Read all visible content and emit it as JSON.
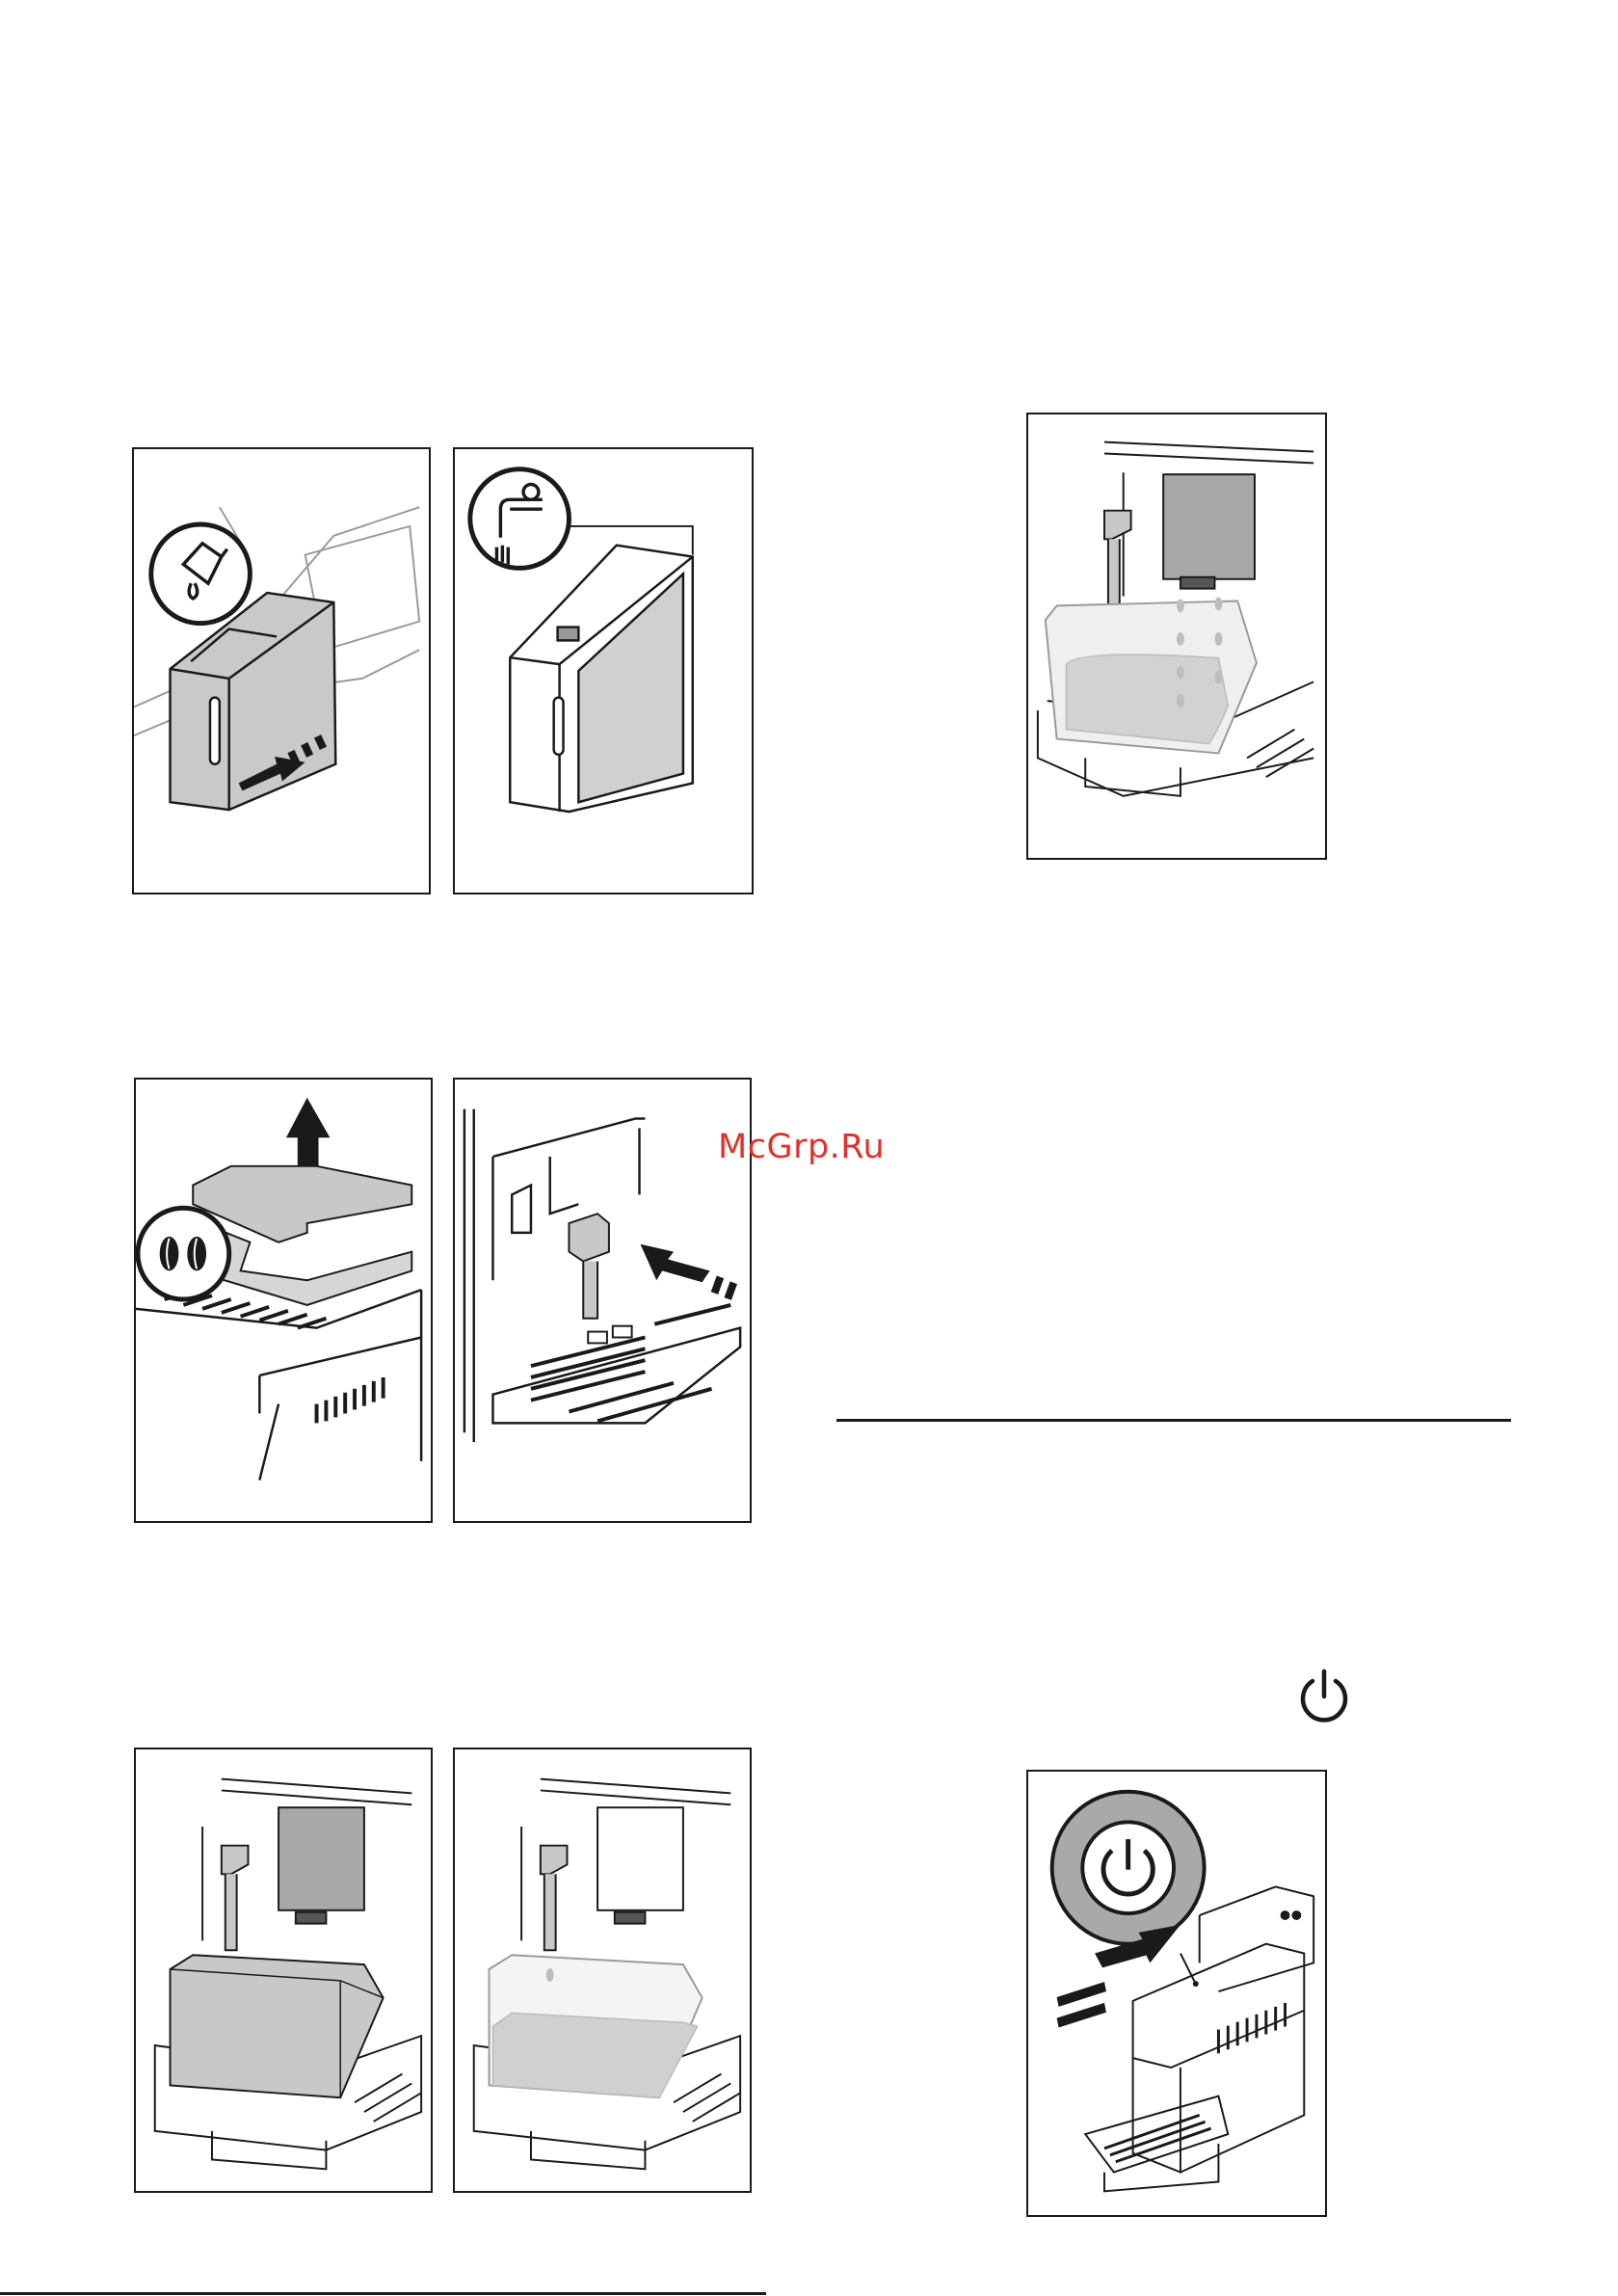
{
  "watermark": {
    "text": "McGrp.Ru",
    "color": "#e0312b"
  },
  "colors": {
    "line": "#1a1a1a",
    "tank_fill": "#c8c8c8",
    "water_fill": "#d4d4d4",
    "power_ring": "#a9a9a9"
  },
  "icons": {
    "power_symbol": "power-icon",
    "figures": [
      {
        "id": "fig-remove-tank",
        "icon": "water-tank-removal-illustration"
      },
      {
        "id": "fig-fill-tank",
        "icon": "water-tap-tank-illustration"
      },
      {
        "id": "fig-bean-lid",
        "icon": "coffee-bean-container-illustration"
      },
      {
        "id": "fig-hot-water-spout",
        "icon": "hot-water-spout-illustration"
      },
      {
        "id": "fig-container-under-spout",
        "icon": "container-under-spout-illustration"
      },
      {
        "id": "fig-container-filling",
        "icon": "container-filling-illustration"
      },
      {
        "id": "fig-container-dripping",
        "icon": "container-dripping-illustration"
      },
      {
        "id": "fig-press-power",
        "icon": "press-power-button-illustration"
      }
    ]
  }
}
